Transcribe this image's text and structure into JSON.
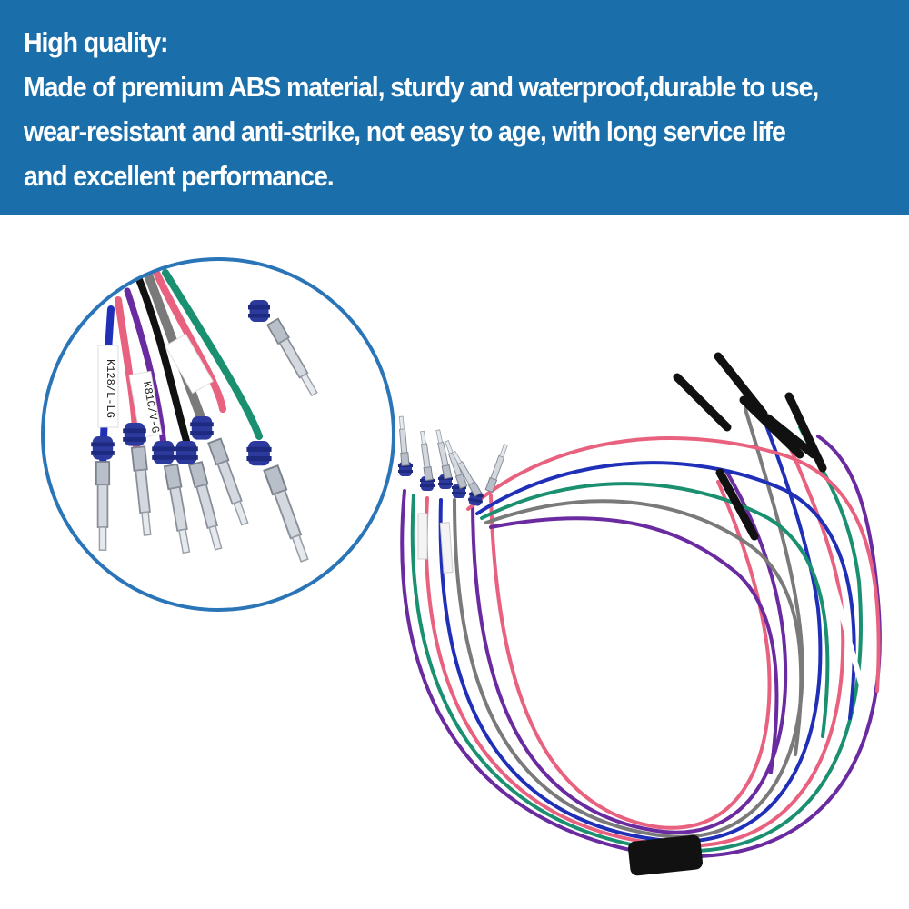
{
  "banner": {
    "heading": "High quality:",
    "lines": [
      "Made of premium ABS material, sturdy and waterproof,durable to use,",
      "wear-resistant and anti-strike, not easy to age, with long service life",
      "and excellent performance."
    ],
    "background": "#1a6fab",
    "text_color": "#ffffff"
  },
  "photo": {
    "subject": "wire-harness-with-terminals",
    "zoom_circle_border": "#2a74b8",
    "wire_colors": [
      "#e8617f",
      "#1f2fb8",
      "#6a2aa0",
      "#1a9070",
      "#7a7a7a",
      "#111111"
    ],
    "sleeve_labels": [
      "K128/L-LG",
      "K81C/V-G"
    ]
  }
}
